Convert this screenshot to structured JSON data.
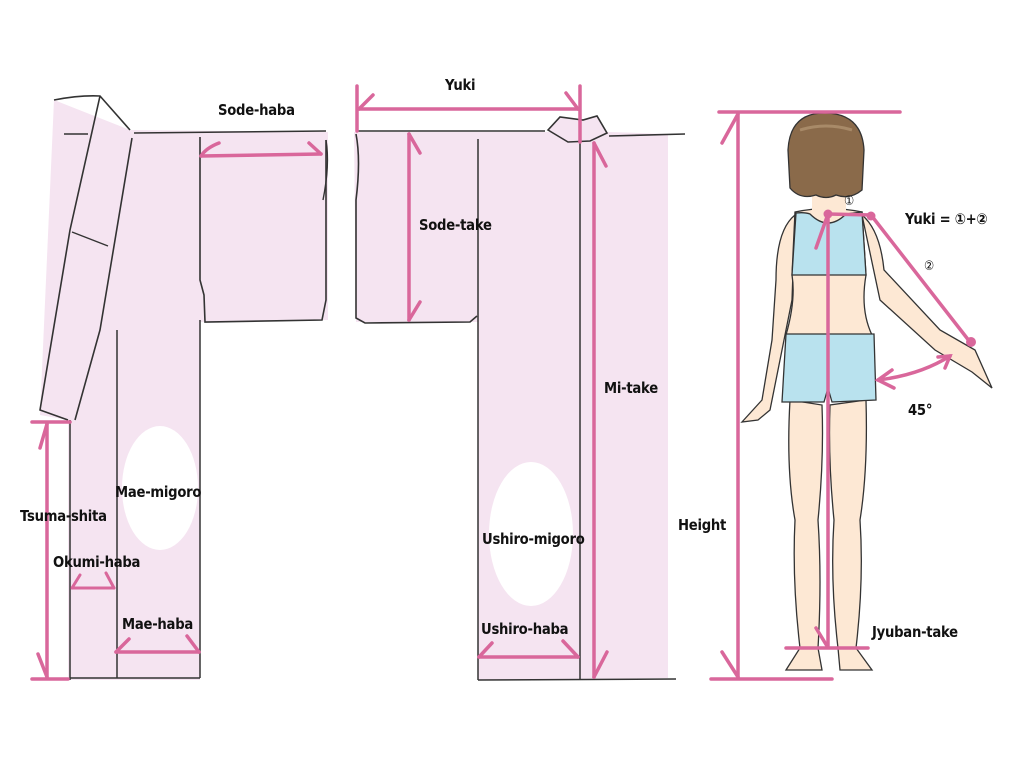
{
  "colors": {
    "fabric": "#f5e4f1",
    "outline": "#333333",
    "measure": "#d9679b",
    "skin": "#fde8d4",
    "hair": "#8a6a4a",
    "garment": "#b9e2ee",
    "background": "#ffffff"
  },
  "front_view": {
    "labels": {
      "sode_haba": "Sode-haba",
      "tsuma_shita": "Tsuma-shita",
      "mae_migoro": "Mae-migoro",
      "okumi_haba": "Okumi-haba",
      "mae_haba": "Mae-haba"
    }
  },
  "back_view": {
    "labels": {
      "yuki": "Yuki",
      "sode_take": "Sode-take",
      "mi_take": "Mi-take",
      "ushiro_migoro": "Ushiro-migoro",
      "ushiro_haba": "Ushiro-haba"
    }
  },
  "body_view": {
    "labels": {
      "point_1": "①",
      "point_2": "②",
      "yuki_formula": "Yuki = ①+②",
      "angle": "45°",
      "height": "Height",
      "jyuban_take": "Jyuban-take"
    }
  }
}
